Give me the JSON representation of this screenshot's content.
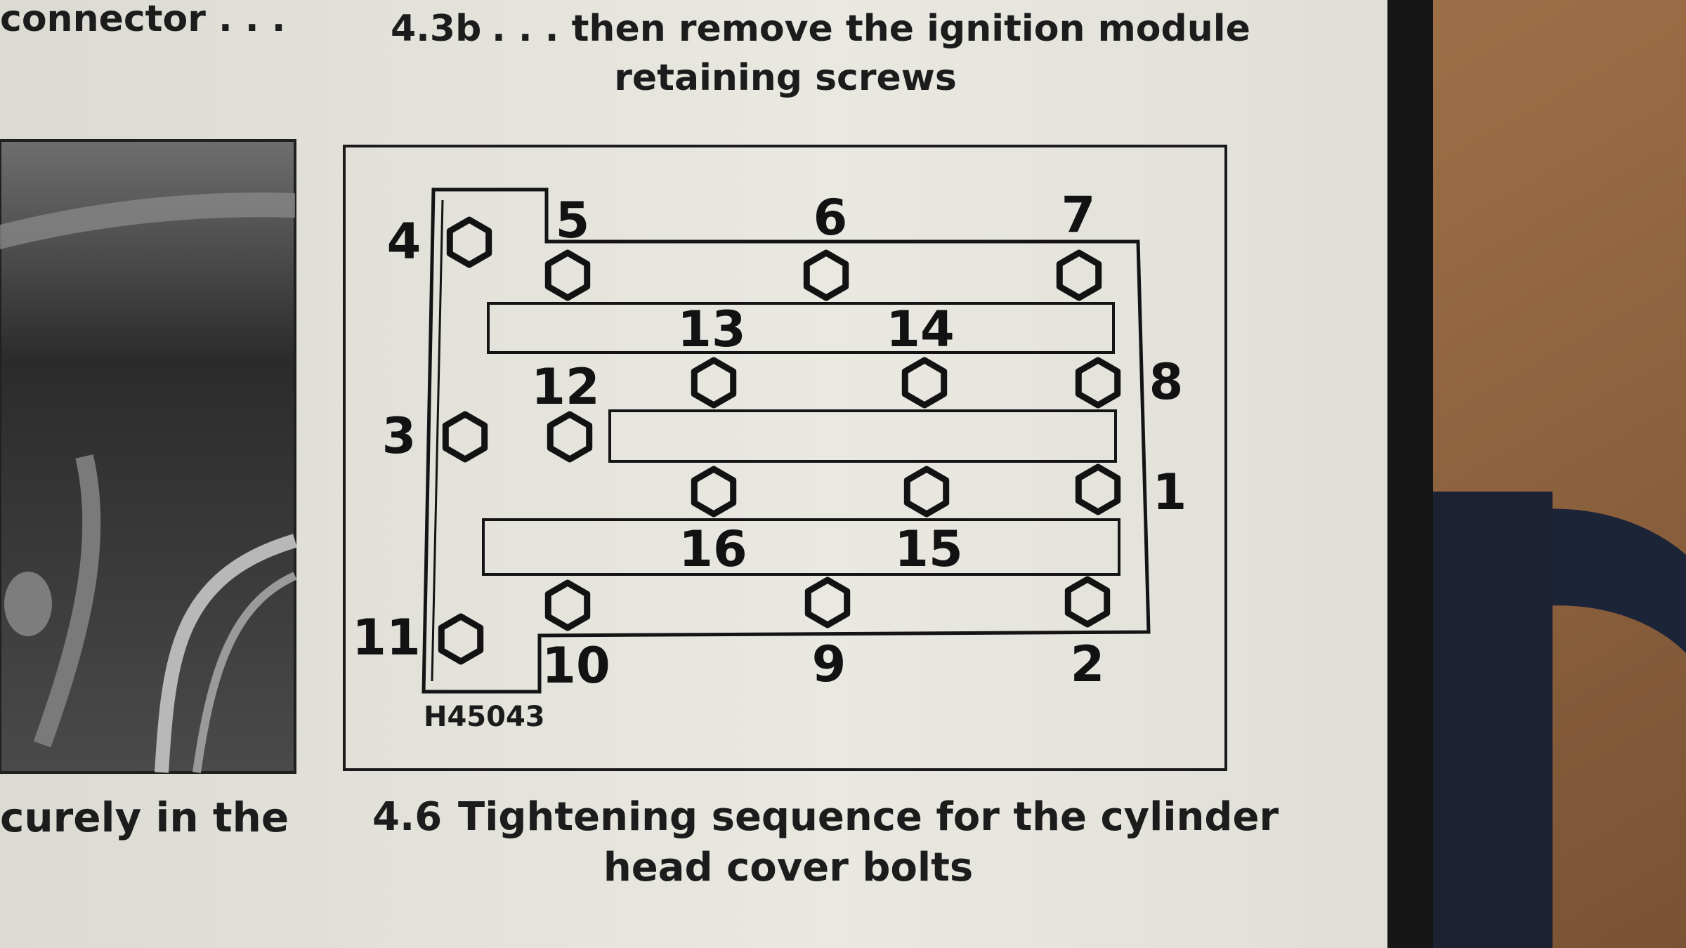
{
  "captions": {
    "left_top": "connector . . .",
    "top_number": "4.3b",
    "top_line1": ". . . then remove the ignition module",
    "top_line2": "retaining screws",
    "left_bottom": "curely in the",
    "bottom_number": "4.6",
    "bottom_line1": "Tightening sequence for the cylinder",
    "bottom_line2": "head cover bolts"
  },
  "diagram": {
    "code": "H45043",
    "bolt_numbers": [
      "1",
      "2",
      "3",
      "4",
      "5",
      "6",
      "7",
      "8",
      "9",
      "10",
      "11",
      "12",
      "13",
      "14",
      "15",
      "16"
    ]
  },
  "colors": {
    "paper": "#e8e7e0",
    "ink": "#141414",
    "background_wood": "#9a6c45",
    "binder_strap": "#1c2438"
  }
}
